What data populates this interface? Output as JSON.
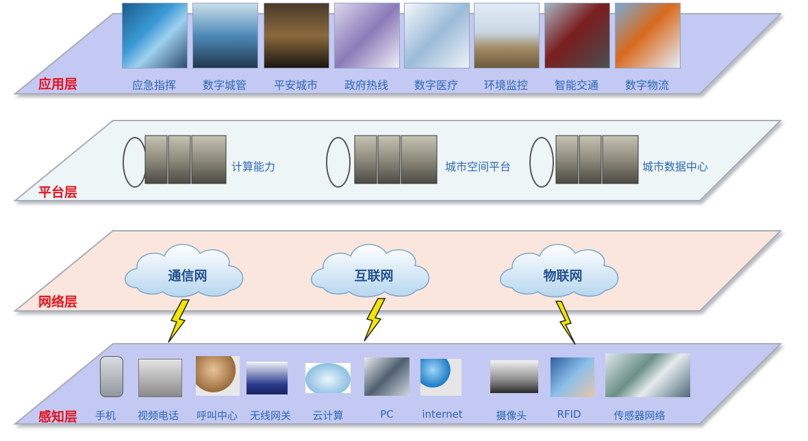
{
  "layers": {
    "application": {
      "label": "应用层",
      "items": [
        "应急指挥",
        "数字城管",
        "平安城市",
        "政府热线",
        "数字医疗",
        "环境监控",
        "智能交通",
        "数字物流"
      ]
    },
    "platform": {
      "label": "平台层",
      "items": [
        "计算能力",
        "城市空间平台",
        "城市数据中心"
      ]
    },
    "network": {
      "label": "网络层",
      "items": [
        "通信网",
        "互联网",
        "物联网"
      ]
    },
    "perception": {
      "label": "感知层",
      "items": [
        "手机",
        "视频电话",
        "呼叫中心",
        "无线网关",
        "云计算",
        "PC",
        "internet",
        "摄像头",
        "RFID",
        "传感器网络"
      ]
    }
  },
  "colors": {
    "application_fill": "#c3c9f2",
    "platform_fill": "#eef5f7",
    "network_fill": "#fbe6de",
    "perception_fill": "#c3c9f2",
    "label_red": "#e8101c",
    "caption_blue": "#2a66b8",
    "bolt": "#f2e600"
  }
}
